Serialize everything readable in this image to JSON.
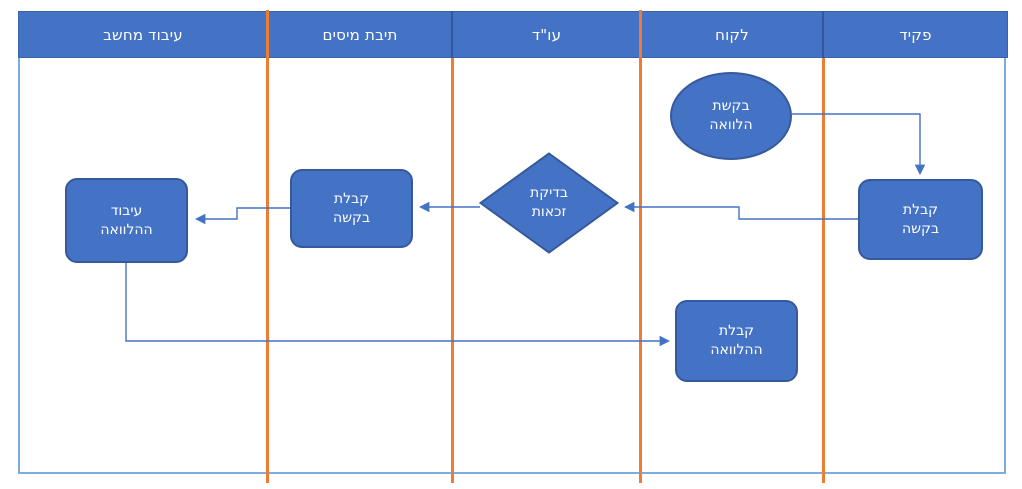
{
  "colors": {
    "shape_fill": "#4472C4",
    "shape_border": "#35599B",
    "header_fill": "#4472C4",
    "lane_divider_orange": "#ED7D31",
    "frame_border_light_blue": "#7FACE0",
    "connector_blue": "#4472C4",
    "text_white": "#FFFFFF"
  },
  "lanes": [
    {
      "label": "עיבוד מחשב"
    },
    {
      "label": "תיבת מיסים"
    },
    {
      "label": "עו\"ד"
    },
    {
      "label": "לקוח"
    },
    {
      "label": "פקיד"
    }
  ],
  "shapes": {
    "loan_request": {
      "type": "ellipse",
      "lane": "לקוח",
      "label": "בקשת\nהלוואה"
    },
    "receive_request_clerk": {
      "type": "process",
      "lane": "פקיד",
      "label": "קבלת\nבקשה"
    },
    "eligibility_check": {
      "type": "decision",
      "lane": "עו\"ד",
      "label": "בדיקת\nזכאות"
    },
    "receive_request_tax": {
      "type": "process",
      "lane": "תיבת מיסים",
      "label": "קבלת\nבקשה"
    },
    "loan_processing": {
      "type": "process",
      "lane": "עיבוד מחשב",
      "label": "עיבוד\nההלוואה"
    },
    "receive_loan": {
      "type": "process",
      "lane": "לקוח",
      "label": "קבלת\nההלוואה"
    }
  }
}
